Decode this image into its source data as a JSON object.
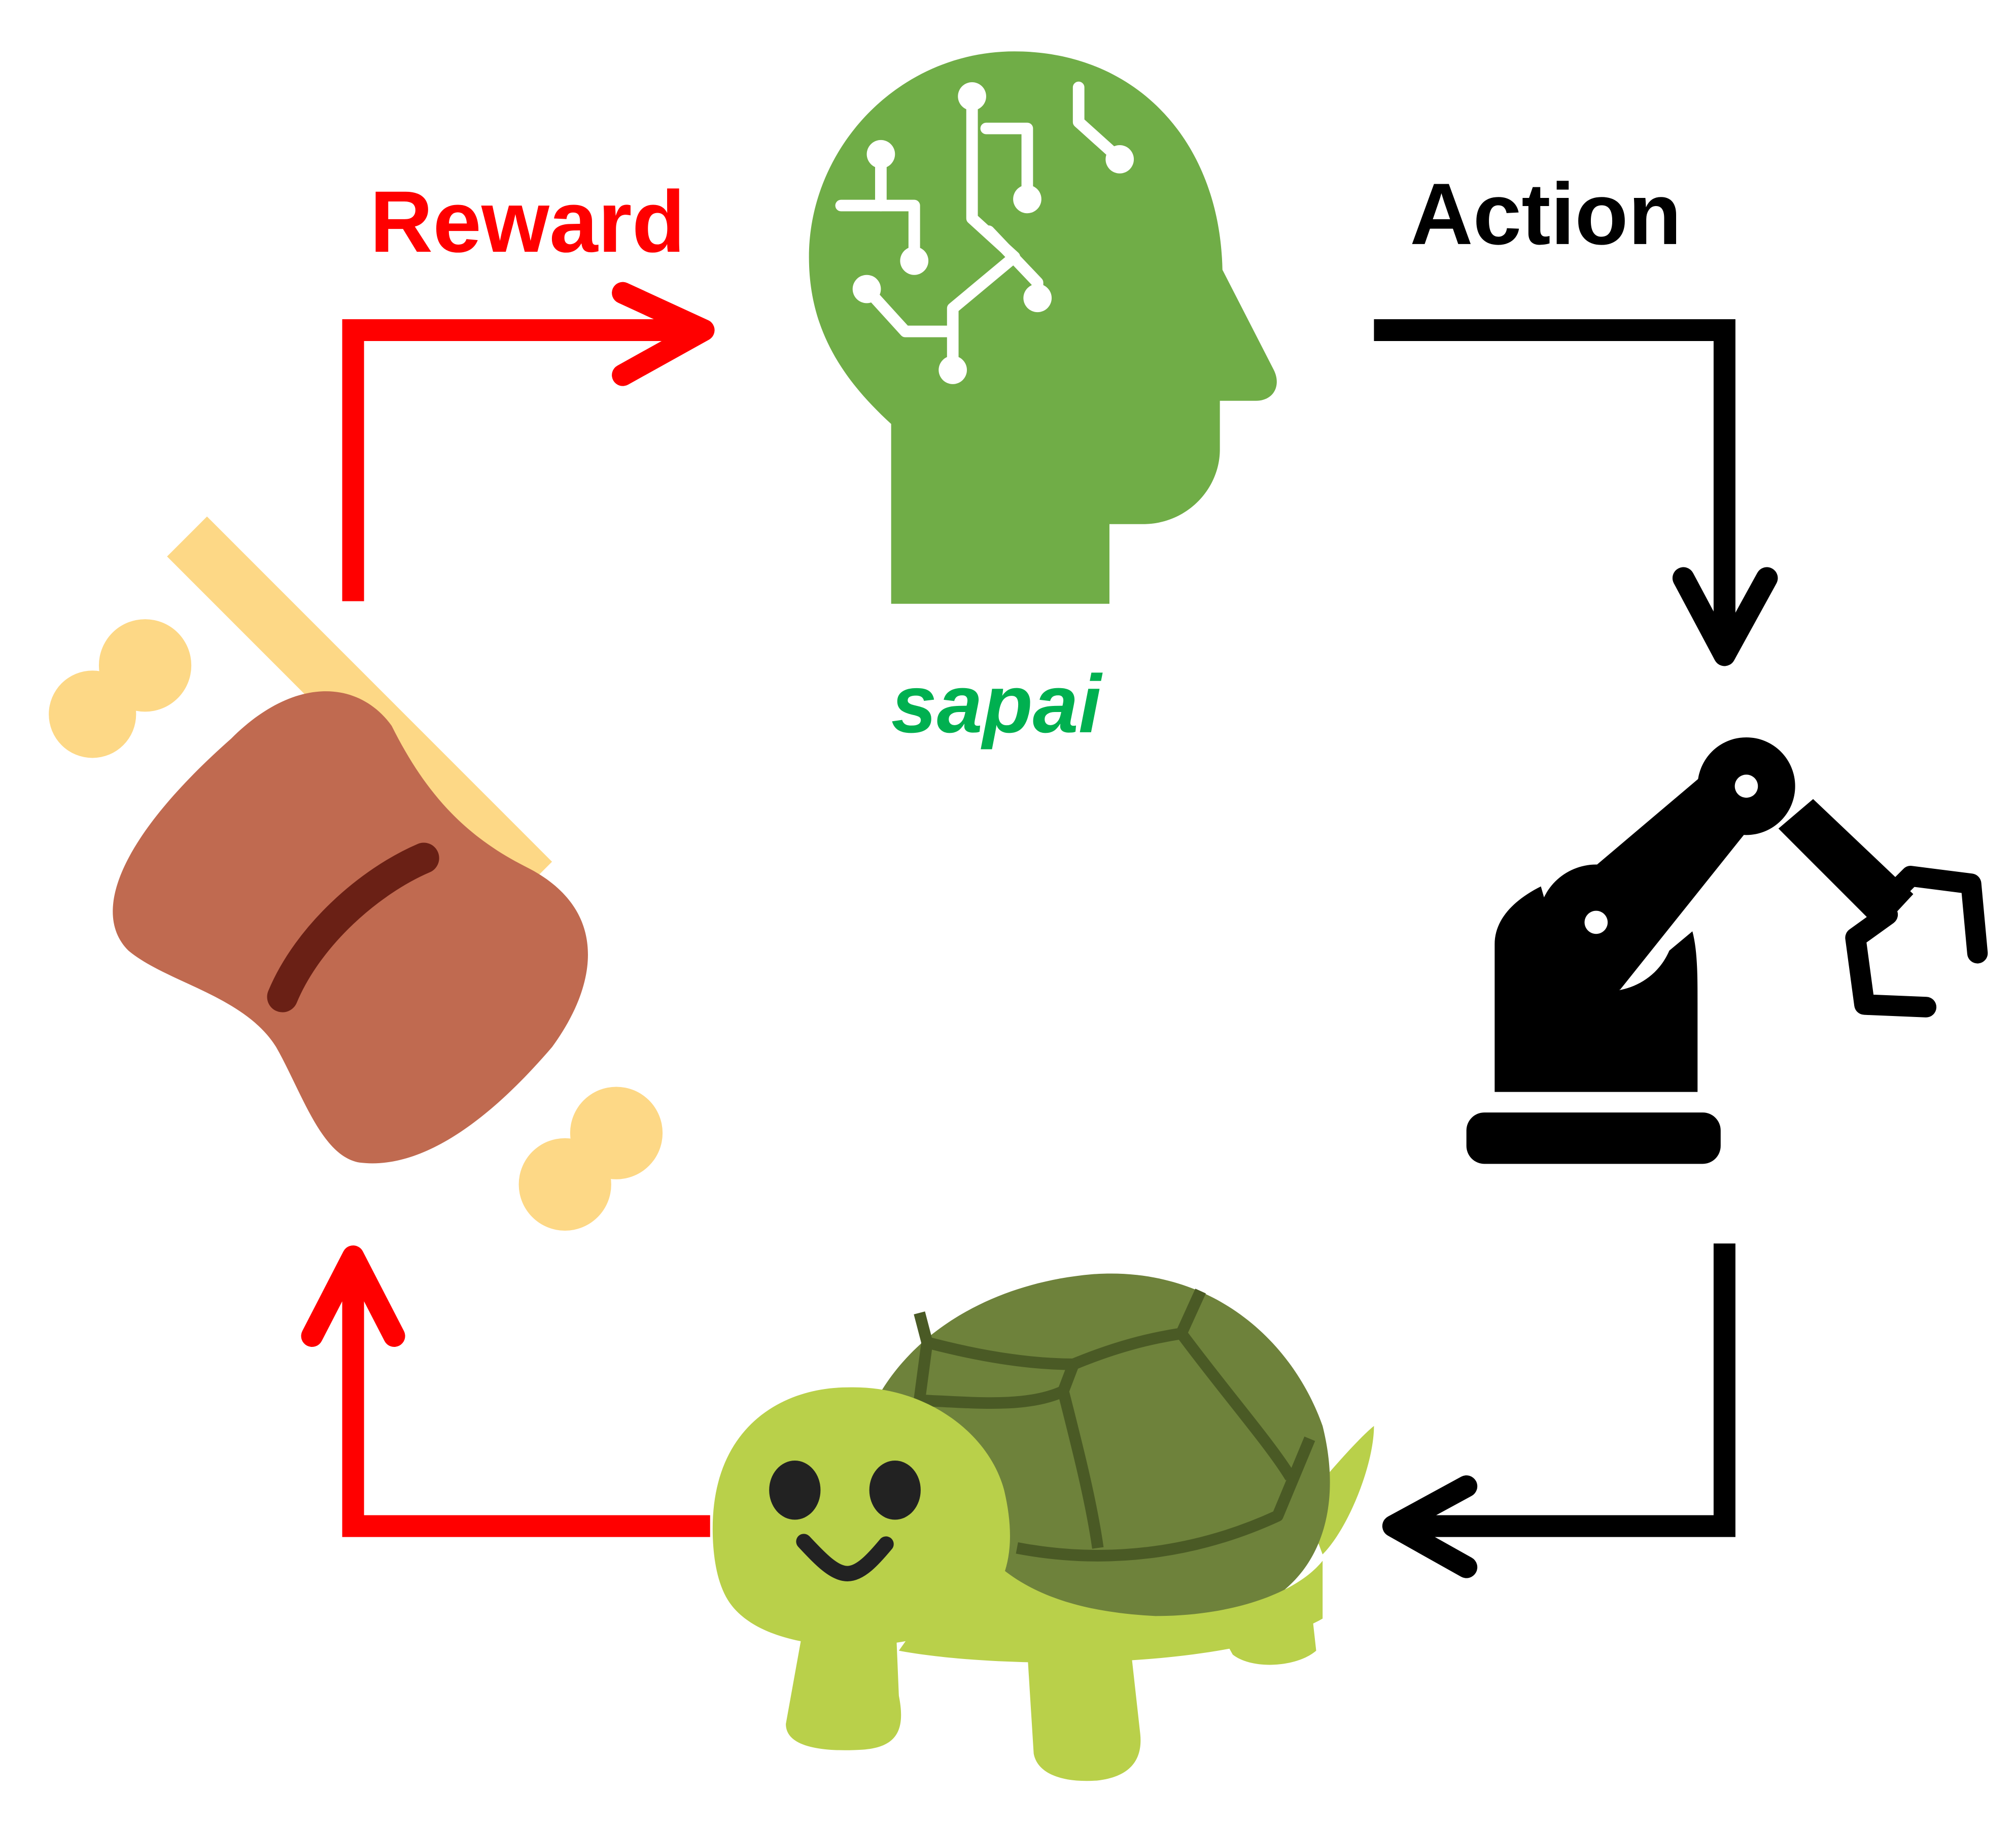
{
  "labels": {
    "reward": "Reward",
    "action": "Action",
    "agent_name": "sapai"
  },
  "nodes": {
    "agent": {
      "icon": "brain-circuit-head-icon"
    },
    "actuator": {
      "icon": "robot-arm-icon"
    },
    "environment": {
      "icon": "turtle-icon"
    },
    "reward_item": {
      "icon": "meat-on-bone-icon"
    }
  },
  "colors": {
    "reward": "#ff0000",
    "action": "#000000",
    "agent_head": "#70ad47",
    "agent_name": "#00b050",
    "robot": "#000000",
    "turtle_body": "#b9d04a",
    "turtle_shell": "#6e823b",
    "turtle_shell_lines": "#4a5a25",
    "meat": "#c06a50",
    "meat_line": "#6a2015",
    "bone": "#fdd886"
  }
}
